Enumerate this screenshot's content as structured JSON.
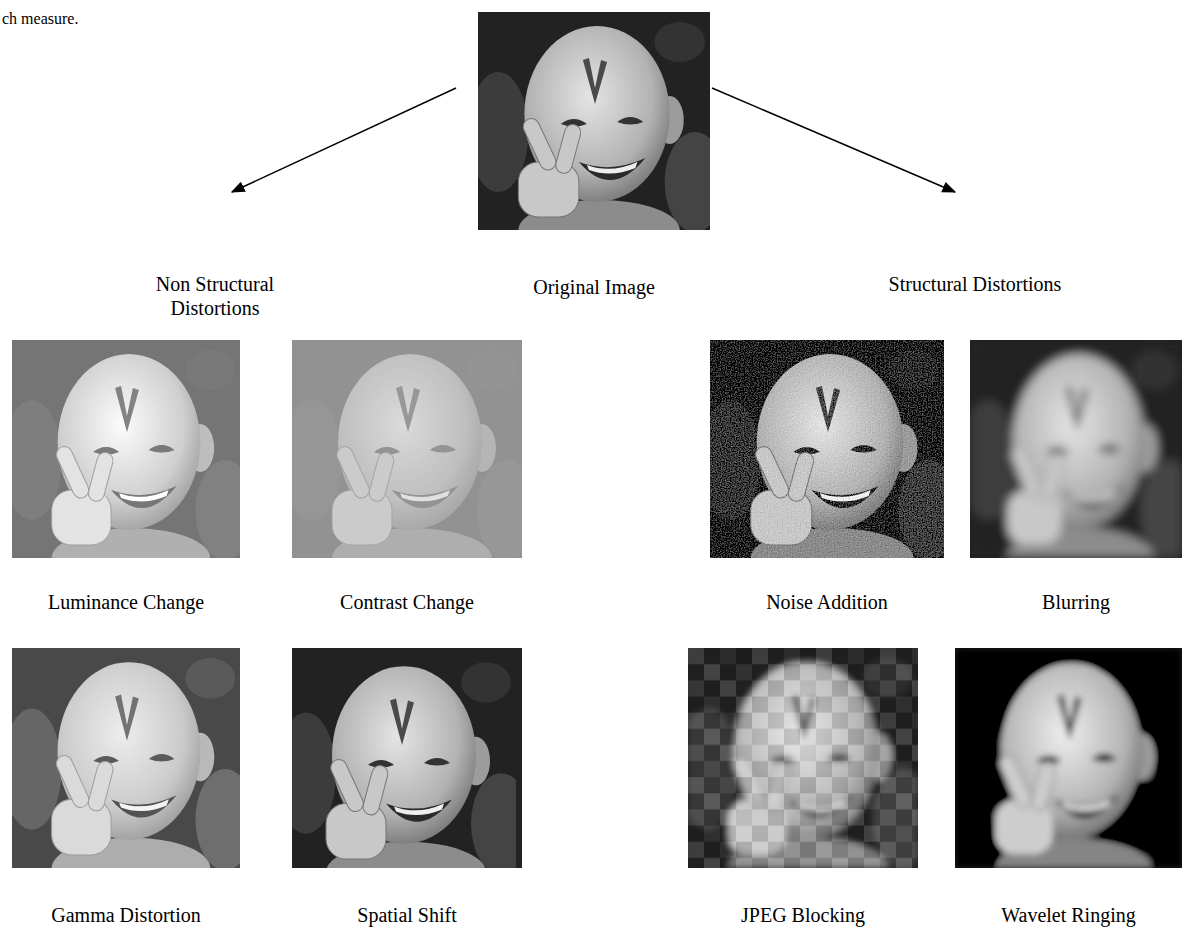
{
  "diagram": {
    "nodes": [
      {
        "text": [
          "Original Image"
        ]
      },
      {
        "text": [
          "Non Structural Distortions"
        ]
      },
      {
        "text": [
          "Structural Distortions"
        ]
      },
      {
        "text": [
          "Luminance Change"
        ]
      },
      {
        "text": [
          "Contrast Change"
        ]
      },
      {
        "text": [
          "Noise Addition"
        ]
      },
      {
        "text": [
          "Blurring"
        ]
      },
      {
        "text": [
          "Gamma Distortion"
        ]
      },
      {
        "text": [
          "Spatial Shift"
        ]
      },
      {
        "text": [
          "JPEG Blocking"
        ]
      },
      {
        "text": [
          "Wavelet Ringing"
        ]
      }
    ],
    "edges": [
      {
        "from": 0,
        "to": 1,
        "arrow": "to"
      },
      {
        "from": 0,
        "to": 2,
        "arrow": "to"
      }
    ],
    "labels": [
      "ch measure."
    ]
  }
}
